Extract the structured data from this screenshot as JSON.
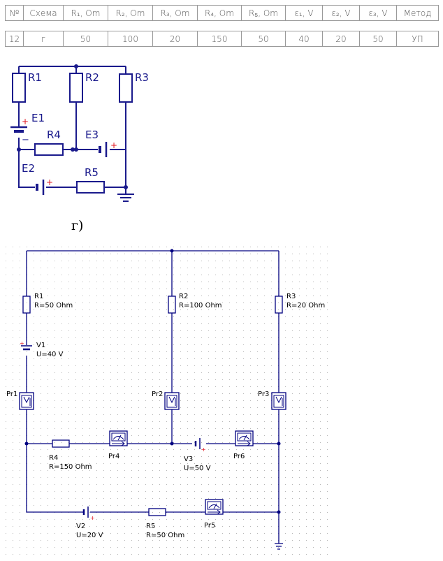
{
  "table": {
    "headers": [
      "№",
      "Схема",
      "R₁, Om",
      "R₂, Om",
      "R₃, Om",
      "R₄, Om",
      "R₅, Om",
      "ε₁, V",
      "ε₂, V",
      "ε₃, V",
      "Метод"
    ],
    "values": [
      "12",
      "г",
      "50",
      "100",
      "20",
      "150",
      "50",
      "40",
      "20",
      "50",
      "УП"
    ]
  },
  "scheme": {
    "caption": "г)",
    "labels": {
      "r1": "R1",
      "r2": "R2",
      "r3": "R3",
      "r4": "R4",
      "r5": "R5",
      "e1": "E1",
      "e2": "E2",
      "e3": "E3"
    },
    "plus": "+",
    "minus": "−"
  },
  "sim": {
    "r1": {
      "name": "R1",
      "value": "R=50 Ohm"
    },
    "r2": {
      "name": "R2",
      "value": "R=100 Ohm"
    },
    "r3": {
      "name": "R3",
      "value": "R=20 Ohm"
    },
    "r4": {
      "name": "R4",
      "value": "R=150 Ohm"
    },
    "r5": {
      "name": "R5",
      "value": "R=50 Ohm"
    },
    "v1": {
      "name": "V1",
      "value": "U=40 V"
    },
    "v2": {
      "name": "V2",
      "value": "U=20 V"
    },
    "v3": {
      "name": "V3",
      "value": "U=50 V"
    },
    "meters": {
      "pr1": "Pr1",
      "pr2": "Pr2",
      "pr3": "Pr3",
      "pr4": "Pr4",
      "pr5": "Pr5",
      "pr6": "Pr6"
    },
    "plus": "+"
  },
  "colors": {
    "wire": "#1a1a8c",
    "sim_wire": "#000080",
    "polarity": "#e0141e"
  }
}
